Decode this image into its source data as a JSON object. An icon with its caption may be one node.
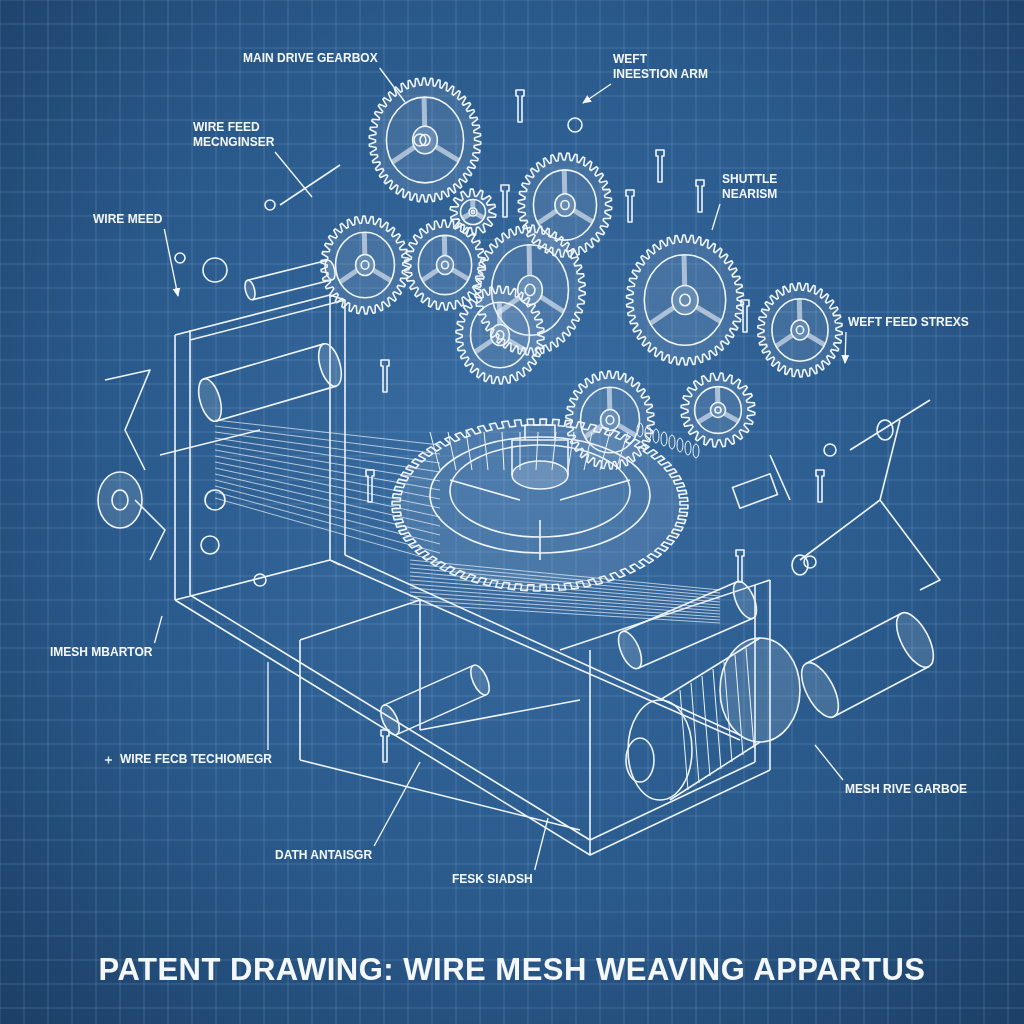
{
  "diagram": {
    "title": "PATENT DRAWING: WIRE MESH WEAVING APPARTUS",
    "nodes": [
      {
        "text": [
          "MAIN DRIVE GEARBOX"
        ]
      },
      {
        "text": [
          "WEFT INEESTION ARM"
        ]
      },
      {
        "text": [
          "WIRE FEED MECNGINSER"
        ]
      },
      {
        "text": [
          "SHUTTLE NEARISM"
        ]
      },
      {
        "text": [
          "WIRE MEED"
        ]
      },
      {
        "text": [
          "WEFT FEED STREXS"
        ]
      },
      {
        "text": [
          "IMESH MBARTOR"
        ]
      },
      {
        "text": [
          "WIRE FECB TECHIOMEGR"
        ]
      },
      {
        "text": [
          "DATH ANTAISGR"
        ]
      },
      {
        "text": [
          "FESK SIADSH"
        ]
      },
      {
        "text": [
          "MESH RIVE GARBOE"
        ]
      }
    ],
    "edges": [
      {
        "from": 0,
        "to": null,
        "arrow": "none"
      },
      {
        "from": 1,
        "to": null,
        "arrow": "to"
      },
      {
        "from": 2,
        "to": null,
        "arrow": "none"
      },
      {
        "from": 3,
        "to": null,
        "arrow": "none"
      },
      {
        "from": 4,
        "to": null,
        "arrow": "to"
      },
      {
        "from": 5,
        "to": null,
        "arrow": "to"
      },
      {
        "from": 6,
        "to": null,
        "arrow": "none"
      },
      {
        "from": 7,
        "to": null,
        "arrow": "none"
      },
      {
        "from": 8,
        "to": null,
        "arrow": "none"
      },
      {
        "from": 9,
        "to": null,
        "arrow": "none"
      },
      {
        "from": 10,
        "to": null,
        "arrow": "none"
      }
    ]
  }
}
